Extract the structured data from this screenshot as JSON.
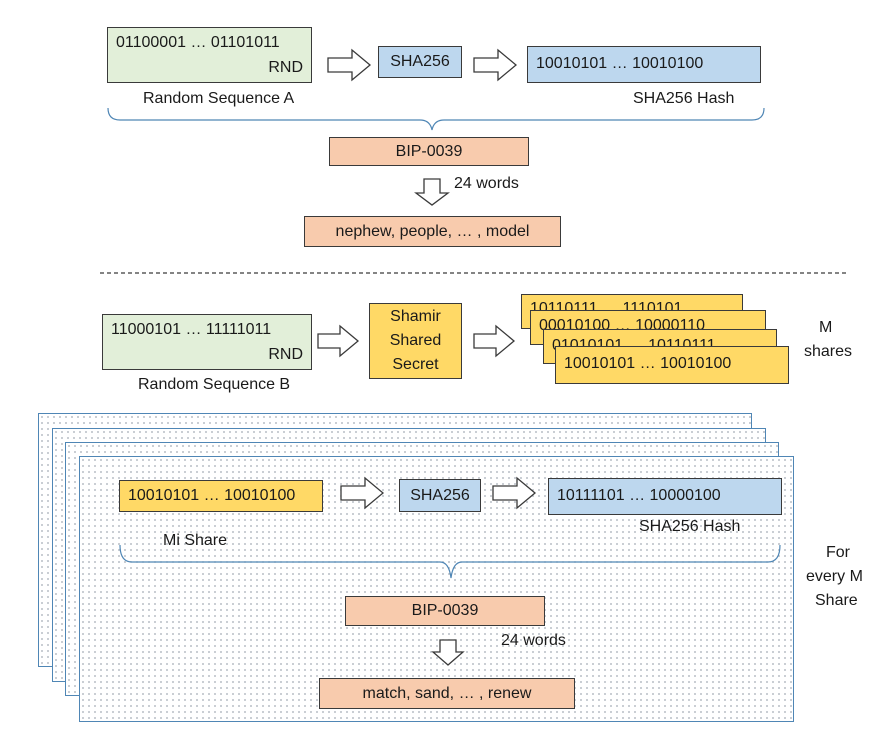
{
  "section_a": {
    "rnd_bits": "01100001 … 01101011",
    "rnd_tag": "RND",
    "rnd_caption": "Random Sequence A",
    "sha_label": "SHA256",
    "hash_bits": "10010101 … 10010100",
    "hash_caption": "SHA256 Hash",
    "bip_label": "BIP-0039",
    "words_note": "24 words",
    "mnemonic": "nephew, people, … , model"
  },
  "section_b": {
    "rnd_bits": "11000101 … 11111011",
    "rnd_tag": "RND",
    "rnd_caption": "Random Sequence B",
    "shamir_line1": "Shamir",
    "shamir_line2": "Shared",
    "shamir_line3": "Secret",
    "shares": [
      "10110111 … 1110101",
      "00010100 … 10000110",
      "01010101 … 10110111",
      "10010101 … 10010100"
    ],
    "shares_caption_line1": "M",
    "shares_caption_line2": "shares"
  },
  "section_c": {
    "share_bits": "10010101 … 10010100",
    "share_caption": "Mi Share",
    "sha_label": "SHA256",
    "hash_bits": "10111101 … 10000100",
    "hash_caption": "SHA256 Hash",
    "bip_label": "BIP-0039",
    "words_note": "24 words",
    "mnemonic": "match, sand, … , renew",
    "side_line1": "For",
    "side_line2": "every M",
    "side_line3": "Share"
  }
}
